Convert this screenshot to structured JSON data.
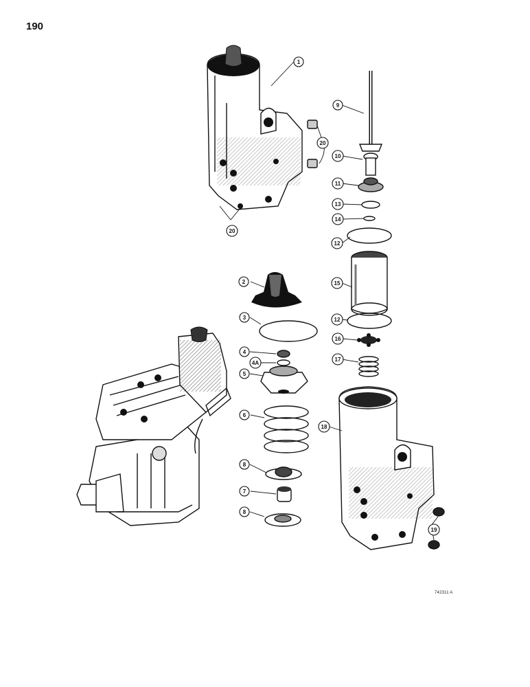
{
  "page_number": "190",
  "drawing_code": "742311 A",
  "callouts": [
    "1",
    "2",
    "3",
    "4",
    "4A",
    "5",
    "6",
    "7",
    "8",
    "8",
    "9",
    "10",
    "11",
    "12",
    "12",
    "13",
    "14",
    "15",
    "16",
    "17",
    "18",
    "19",
    "20",
    "20"
  ],
  "colors": {
    "ink": "#111111",
    "paper": "#ffffff",
    "shade": "#555555"
  }
}
